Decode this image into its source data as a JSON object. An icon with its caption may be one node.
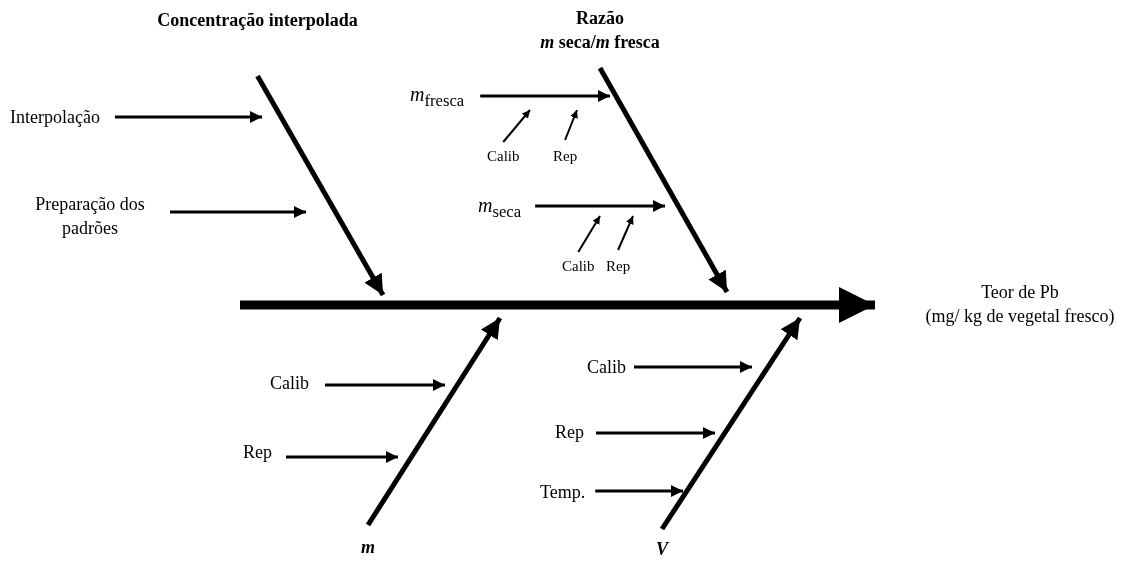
{
  "diagram": {
    "nodes": [
      {
        "text": [
          "Concentração interpolada"
        ]
      },
      {
        "text": [
          "Interpolação"
        ]
      },
      {
        "text": [
          "Preparação dos padrões"
        ]
      },
      {
        "text": [
          "Razão",
          "*m* seca/*m* fresca"
        ]
      },
      {
        "text": [
          "*m*$_{fresca}$"
        ]
      },
      {
        "text": [
          "Calib"
        ]
      },
      {
        "text": [
          "Rep"
        ]
      },
      {
        "text": [
          "*m*$_{seca}$"
        ]
      },
      {
        "text": [
          "Calib"
        ]
      },
      {
        "text": [
          "Rep"
        ]
      },
      {
        "text": [
          "Teor de Pb",
          "(mg/ kg de vegetal fresco)"
        ]
      },
      {
        "text": [
          "m"
        ]
      },
      {
        "text": [
          "Calib"
        ]
      },
      {
        "text": [
          "Rep"
        ]
      },
      {
        "text": [
          "V"
        ]
      },
      {
        "text": [
          "Calib"
        ]
      },
      {
        "text": [
          "Rep"
        ]
      },
      {
        "text": [
          "Temp."
        ]
      }
    ],
    "edges": [
      {
        "from": null,
        "to": 10,
        "arrow": "to",
        "style": "thick"
      },
      {
        "from": 0,
        "to": null,
        "arrow": "to"
      },
      {
        "from": 1,
        "to": null,
        "arrow": "to"
      },
      {
        "from": 2,
        "to": null,
        "arrow": "to"
      },
      {
        "from": 3,
        "to": null,
        "arrow": "to"
      },
      {
        "from": 4,
        "to": null,
        "arrow": "to"
      },
      {
        "from": 5,
        "to": null,
        "arrow": "to"
      },
      {
        "from": 6,
        "to": null,
        "arrow": "to"
      },
      {
        "from": 7,
        "to": null,
        "arrow": "to"
      },
      {
        "from": 8,
        "to": null,
        "arrow": "to"
      },
      {
        "from": 9,
        "to": null,
        "arrow": "to"
      },
      {
        "from": 11,
        "to": null,
        "arrow": "to"
      },
      {
        "from": 12,
        "to": null,
        "arrow": "to"
      },
      {
        "from": 13,
        "to": null,
        "arrow": "to"
      },
      {
        "from": 14,
        "to": null,
        "arrow": "to"
      },
      {
        "from": 15,
        "to": null,
        "arrow": "to"
      },
      {
        "from": 16,
        "to": null,
        "arrow": "to"
      },
      {
        "from": 17,
        "to": null,
        "arrow": "to"
      }
    ]
  }
}
